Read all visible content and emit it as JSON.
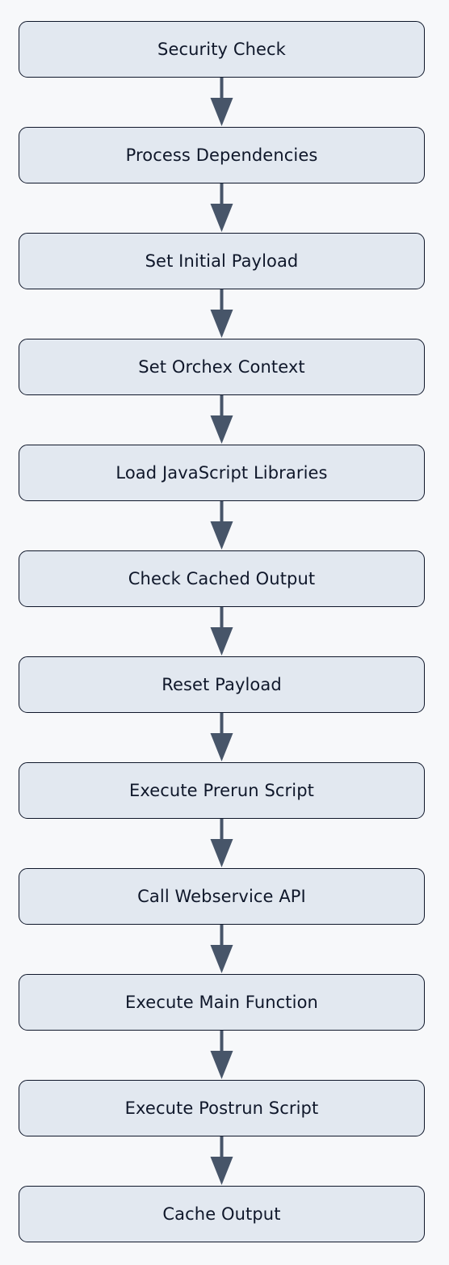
{
  "diagram": {
    "steps": [
      {
        "label": "Security Check"
      },
      {
        "label": "Process Dependencies"
      },
      {
        "label": "Set Initial Payload"
      },
      {
        "label": "Set Orchex Context"
      },
      {
        "label": "Load JavaScript Libraries"
      },
      {
        "label": "Check Cached Output"
      },
      {
        "label": "Reset Payload"
      },
      {
        "label": "Execute Prerun Script"
      },
      {
        "label": "Call Webservice API"
      },
      {
        "label": "Execute Main Function"
      },
      {
        "label": "Execute Postrun Script"
      },
      {
        "label": "Cache Output"
      }
    ]
  },
  "colors": {
    "background": "#f7f8fa",
    "node_fill": "#e2e8f0",
    "node_border": "#0f172a",
    "arrow": "#475569"
  }
}
